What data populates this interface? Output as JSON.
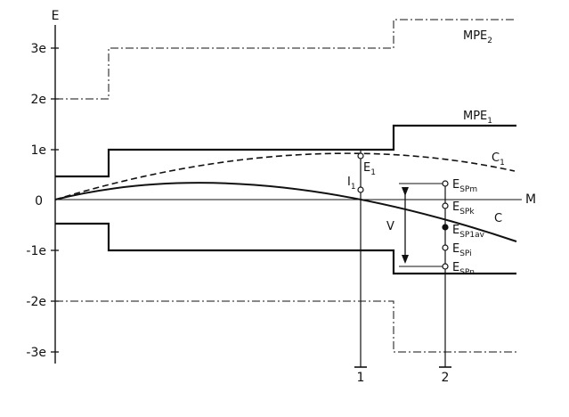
{
  "axes": {
    "y_title": "E",
    "x_title": "M",
    "y_ticks": [
      "3e",
      "2e",
      "1e",
      "0",
      "-1e",
      "-2e",
      "-3e"
    ],
    "x_ticks": [
      "1",
      "2"
    ]
  },
  "curves": {
    "mpe2": {
      "base": "MPE",
      "sub": "2"
    },
    "mpe1": {
      "base": "MPE",
      "sub": "1"
    },
    "c1": {
      "base": "C",
      "sub": "1"
    },
    "c": "C"
  },
  "points": {
    "e1": {
      "base": "E",
      "sub": "1"
    },
    "i1": {
      "base": "I",
      "sub": "1"
    },
    "v": "V",
    "espm": {
      "base": "E",
      "sub": "SPm"
    },
    "espk": {
      "base": "E",
      "sub": "SPk"
    },
    "esp1av": {
      "base": "E",
      "sub": "SP1av"
    },
    "espi": {
      "base": "E",
      "sub": "SPi"
    },
    "espn": {
      "base": "E",
      "sub": "SPn"
    }
  },
  "colors": {
    "ink": "#111111",
    "background": "#ffffff"
  }
}
